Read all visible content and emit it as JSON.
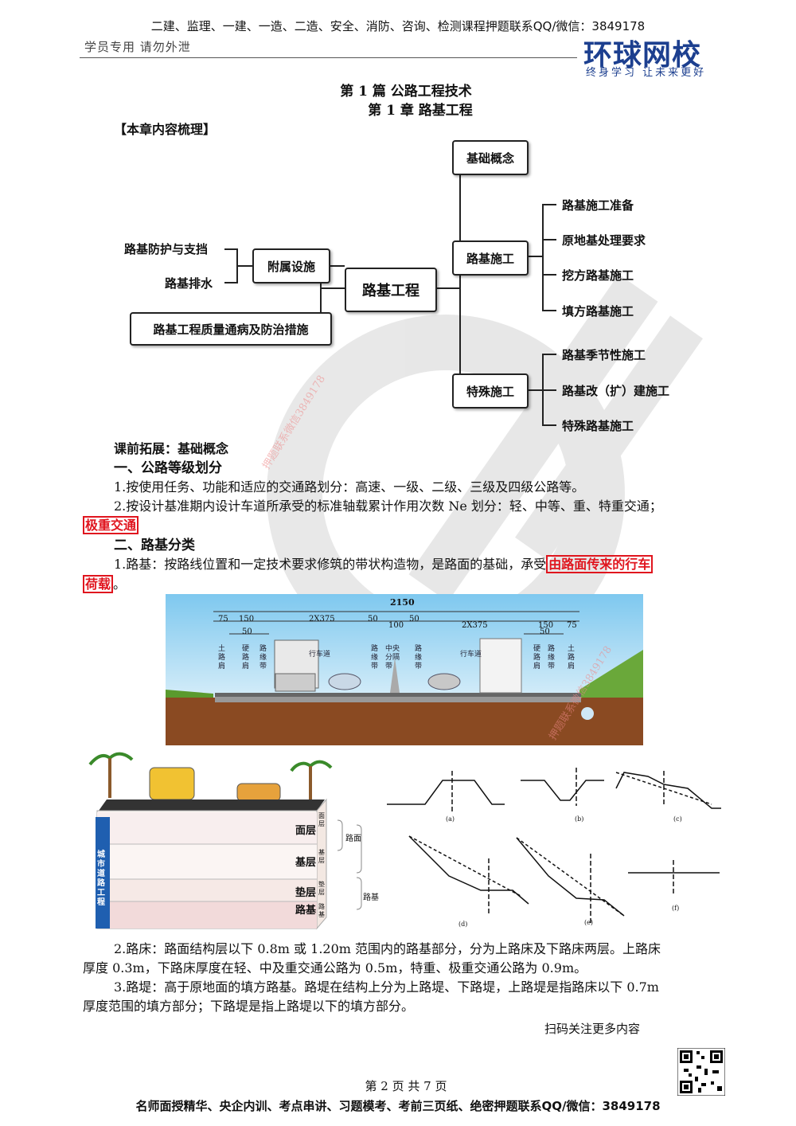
{
  "header": {
    "top_line": "二建、监理、一建、一造、二造、安全、消防、咨询、检测课程押题联系QQ/微信：3849178",
    "left_note": "学员专用 请勿外泄",
    "logo_main": "环球网校",
    "logo_sub": "终身学习 让未来更好"
  },
  "titles": {
    "part": "第 1 篇 公路工程技术",
    "chapter": "第 1 章 路基工程"
  },
  "section_tag": "【本章内容梳理】",
  "mindmap": {
    "root": "路基工程",
    "left_node": "附属设施",
    "left_leaves": [
      "路基防护与支挡",
      "路基排水"
    ],
    "bottom_left": "路基工程质量通病及防治措施",
    "right_nodes": [
      "基础概念",
      "路基施工",
      "特殊施工"
    ],
    "construction_leaves": [
      "路基施工准备",
      "原地基处理要求",
      "挖方路基施工",
      "填方路基施工"
    ],
    "special_leaves": [
      "路基季节性施工",
      "路基改（扩）建施工",
      "特殊路基施工"
    ]
  },
  "body": {
    "expansion": "课前拓展：基础概念",
    "h1": "一、公路等级划分",
    "p1": "1.按使用任务、功能和适应的交通路划分：高速、一级、二级、三级及四级公路等。",
    "p2": "2.按设计基准期内设计车道所承受的标准轴载累计作用次数 Ne 划分：轻、中等、重、特重交通；",
    "p2_highlight": "极重交通",
    "h2": "二、路基分类",
    "p3_prefix": "1.路基：按路线位置和一定技术要求修筑的带状构造物，是路面的基础，承受",
    "p3_highlight_a": "由路面传来的行车",
    "p3_highlight_b": "荷载",
    "p3_suffix": "。",
    "p4": "2.路床：路面结构层以下 0.8m 或 1.20m 范围内的路基部分，分为上路床及下路床两层。上路床",
    "p4b": "厚度 0.3m，下路床厚度在轻、中及重交通公路为 0.5m，特重、极重交通公路为 0.9m。",
    "p5": "3.路堤：高于原地面的填方路基。路堤在结构上分为上路堤、下路堤，上路堤是指路床以下 0.7m",
    "p5b": "厚度范围的填方部分；下路堤是指上路堤以下的填方部分。"
  },
  "figure_cross_section": {
    "total_width": "2150",
    "dims": [
      "75",
      "150",
      "50",
      "2X375",
      "50",
      "100",
      "50",
      "2X375",
      "50",
      "150",
      "75"
    ],
    "labels": [
      "土路肩",
      "硬路肩",
      "路缘带",
      "行车道",
      "路缘带",
      "中央分隔带",
      "路缘带",
      "行车道",
      "硬路肩",
      "路缘带",
      "土路肩"
    ]
  },
  "figure_layers": {
    "side_label": "城市道路工程",
    "layers": [
      "面层",
      "基层",
      "垫层",
      "路基"
    ],
    "bracket_small": [
      "面层",
      "基层",
      "垫层",
      "路基"
    ],
    "bracket_group": [
      "路面",
      "路基"
    ]
  },
  "figure_shapes": {
    "captions": [
      "(a)",
      "(b)",
      "(c)",
      "(d)",
      "(e)",
      "(f)"
    ]
  },
  "footer": {
    "scan_note": "扫码关注更多内容",
    "page": "第 2 页 共 7 页",
    "bottom": "名师面授精华、央企内训、考点串讲、习题模考、考前三页纸、绝密押题联系QQ/微信：3849178"
  },
  "watermark": "押题联系微信3849178",
  "colors": {
    "accent_red": "#e0151e",
    "brand_blue": "#1c3f8f"
  }
}
